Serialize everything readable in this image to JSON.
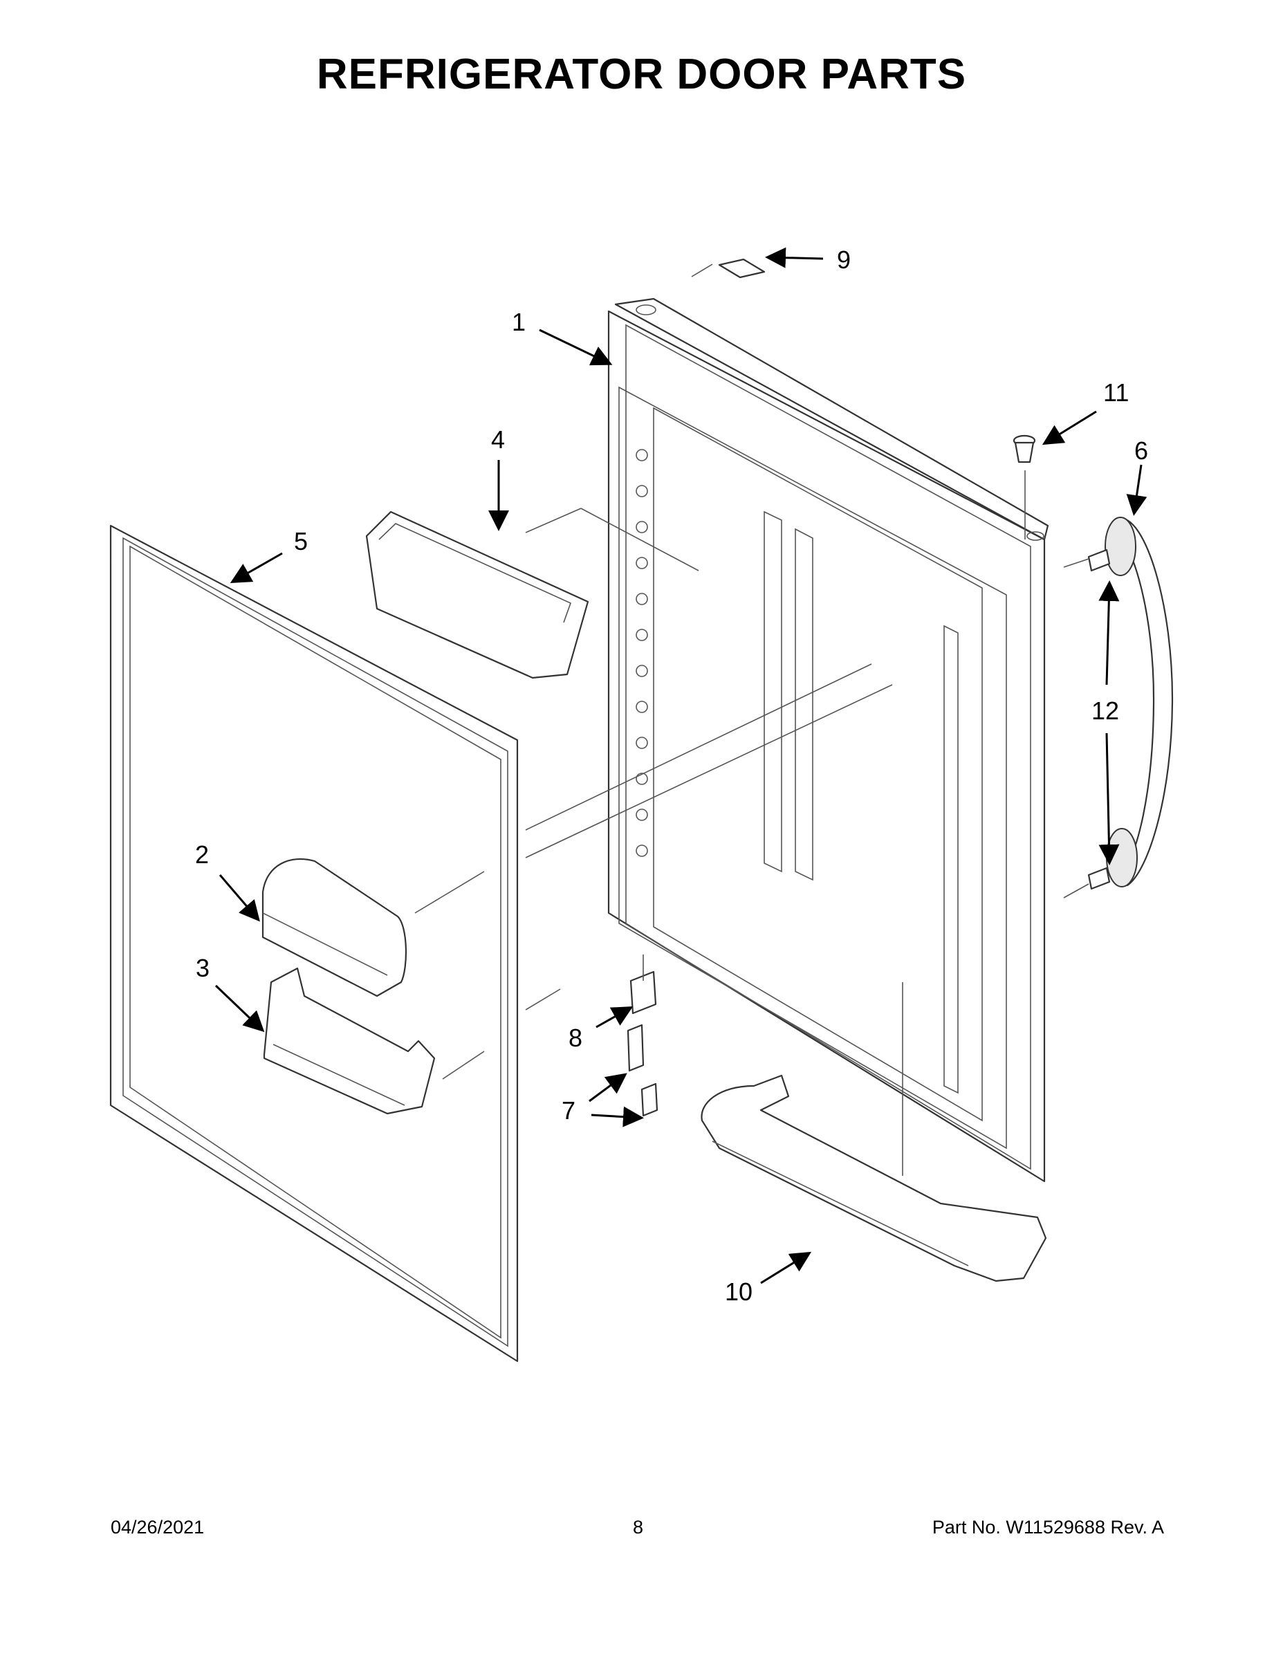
{
  "title": "REFRIGERATOR DOOR PARTS",
  "callouts": {
    "c1": "1",
    "c2": "2",
    "c3": "3",
    "c4": "4",
    "c5": "5",
    "c6": "6",
    "c7": "7",
    "c8": "8",
    "c9": "9",
    "c10": "10",
    "c11": "11",
    "c12": "12"
  },
  "footer": {
    "date": "04/26/2021",
    "page": "8",
    "part_no": "Part No.  W11529688  Rev.  A"
  }
}
